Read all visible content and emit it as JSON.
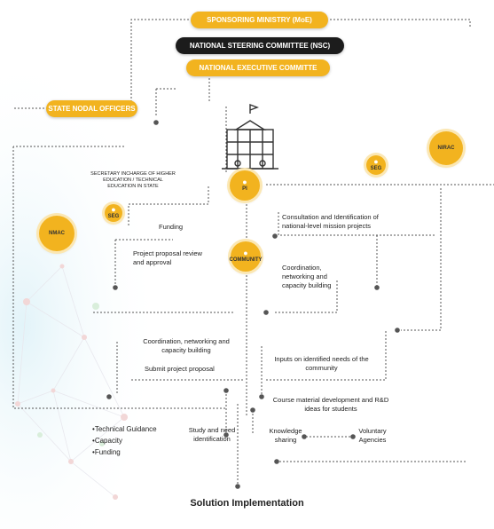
{
  "colors": {
    "accent": "#f2b31f",
    "dark_pill": "#1c1c1c",
    "connector": "#555555"
  },
  "top_bodies": {
    "sponsoring_ministry": "SPONSORING MINISTRY (MoE)",
    "national_steering": "NATIONAL STEERING COMMITTEE (NSC)",
    "national_executive": "NATIONAL EXECUTIVE COMMITTE",
    "state_nodal_officers": "STATE NODAL OFFICERS"
  },
  "nodes": {
    "nmac": "NMAC",
    "nirac": "NIRAC",
    "seg_right": "SEG",
    "seg_left": "SEG",
    "pi": "PI",
    "community": "COMMUNITY"
  },
  "icons": {
    "institution": "institution-building-icon",
    "person": "person-icon"
  },
  "labels": {
    "secretary": "SECRETARY INCHARGE OF HIGHER EDUCATION / TECHNICAL EDUCATION IN STATE",
    "funding": "Funding",
    "proposal_review": "Project proposal review and approval",
    "consultation": "Consultation and Identification of national-level mission projects",
    "coordination_right": "Coordination, networking and capacity building",
    "coordination_left": "Coordination, networking and capacity building",
    "submit_proposal": "Submit project proposal",
    "inputs_needs": "Inputs on identified needs of the community",
    "course_material": "Course material development and R&D ideas for students",
    "study_need": "Study and need identification",
    "knowledge_sharing": "Knowledge sharing",
    "voluntary_agencies": "Voluntary Agencies"
  },
  "support_list": [
    "Technical Guidance",
    "Capacity",
    "Funding"
  ],
  "solution": "Solution Implementation"
}
